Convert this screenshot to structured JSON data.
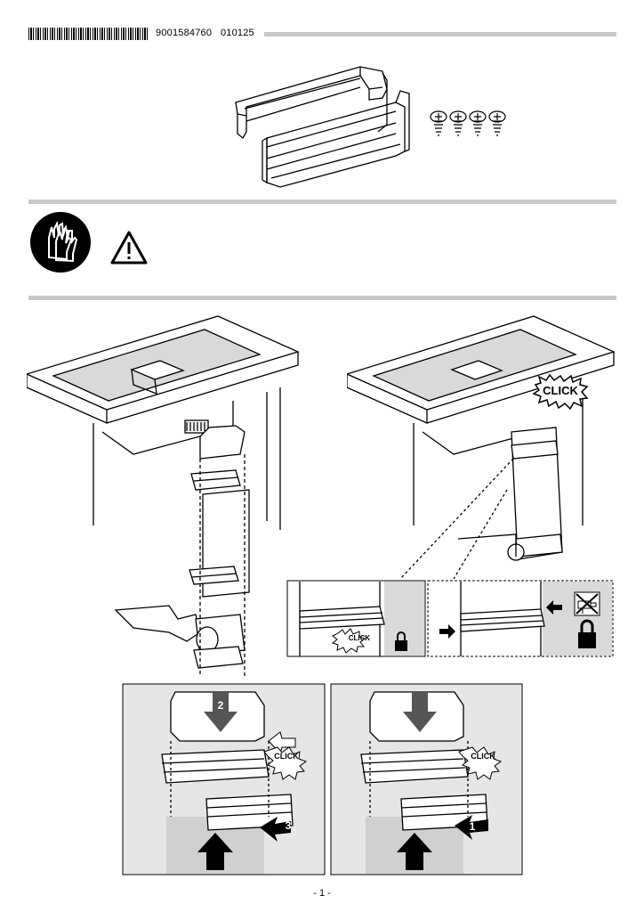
{
  "header": {
    "document_number": "9001584760",
    "revision": "010125"
  },
  "labels": {
    "click_1": "CLICK",
    "click_2": "CLICK",
    "click_3": "CLICK",
    "click_4": "CLICK",
    "step_1": "1",
    "step_2": "2",
    "step_3": "3"
  },
  "icons": {
    "gloves": "protective-gloves-icon",
    "warning": "warning-triangle-icon",
    "lock": "padlock-icon",
    "no_drill": "no-power-drill-icon"
  },
  "footer": {
    "page_number": "- 1 -"
  }
}
